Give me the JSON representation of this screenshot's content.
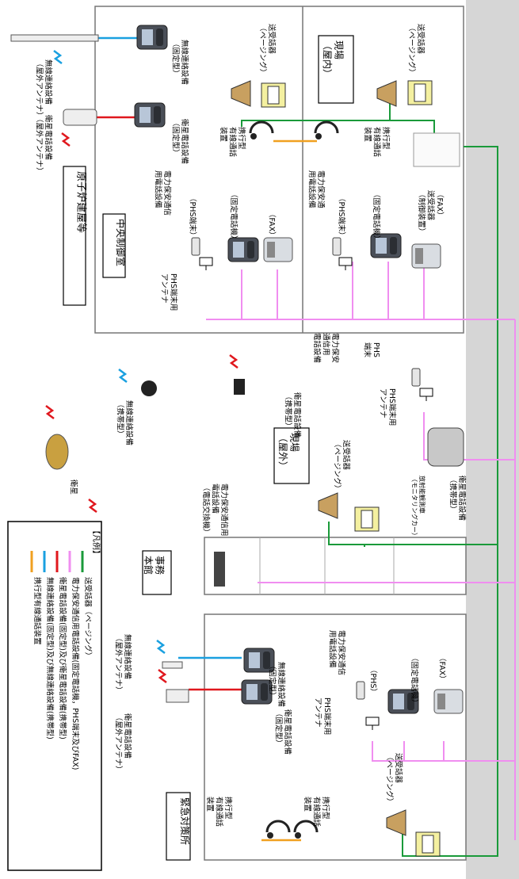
{
  "colors": {
    "paging": "#1a9a3a",
    "power": "#f08ef0",
    "satellite": "#e0181e",
    "radio": "#1aa0e0",
    "wired": "#f0a020",
    "grey_band": "#d6d6d6",
    "box_border": "#777777"
  },
  "legend": {
    "title": "【凡例】",
    "items": [
      {
        "label": "送受話器（ページング）",
        "color_key": "paging"
      },
      {
        "label": "電力保安通信用電話設備(固定電話機，PHS端末及びFAX)",
        "color_key": "power"
      },
      {
        "label": "衛星電話設備(固定型)及び衛星電話設備(携帯型)",
        "color_key": "satellite"
      },
      {
        "label": "無線連絡設備(固定型)及び無線連絡設備(携帯型)",
        "color_key": "radio"
      },
      {
        "label": "携行型有線通話装置",
        "color_key": "wired"
      }
    ]
  },
  "buildings": {
    "reactor": "原子炉建屋等",
    "control_room": "中央制御室",
    "site_inside": "現場\n（屋内）",
    "site_outside": "現場\n（屋外）",
    "office": "事務\n本館",
    "emergency": "緊急対策所"
  },
  "labels": {
    "radio_ant_top": "無線連絡設備\n（屋外アンテナ）",
    "radio_fixed_top": "無線連絡設備\n（固定型）",
    "sat_ant_top": "衛星電話設備\n（屋外アンテナ）",
    "sat_fixed_top": "衛星電話設備\n（固定型）",
    "wired_top_left": "携行型\n有線通話\n装置",
    "wired_top_right": "携行型\n有線通話\n装置",
    "paging_top_left": "送受話器\n（ページング）",
    "paging_top_right": "送受話器\n（ページング）",
    "power_cr": "電力保安通信\n用電話設備",
    "phs_cr": "（PHS端末）",
    "fixed_cr": "（固定電話機）",
    "fax_cr": "（FAX）",
    "phs_ant_cr": "PHS端末用\nアンテナ",
    "power_site": "電力保安通\n用電話設備",
    "phs_site": "（PHS端末）",
    "fixed_site": "（固定電話機）",
    "fax_site": "（FAX）\n送受話器\n（制御装置）",
    "radio_portable": "無線連絡設備\n（携帯型）",
    "sat_portable": "衛星電話設備\n（携帯型）",
    "power_out": "電力保安\n通信用\n電話設備",
    "phs_out": "PHS\n端末",
    "phs_ant_out": "PHS端末用\nアンテナ",
    "satellite": "衛星",
    "exchange": "電力保安通信用\n電話設備\n（電話交換機）",
    "paging_out": "送受話器\n（ページング）",
    "monitoring_car": "放射能観測車\n（モニタリングカー）",
    "sat_portable_car": "衛星電話設備\n（携帯型）",
    "sat_ant_bottom": "衛星電話設備\n（屋外アンテナ）",
    "radio_ant_bottom": "無線連絡設備\n（屋外アンテナ）",
    "sat_fixed_bottom": "衛星電話設備\n（固定型）",
    "radio_fixed_bottom": "無線連絡設備\n（固定型）",
    "power_bottom": "電力保安通信\n用電話設備",
    "phs_bottom": "（PHS）",
    "fixed_bottom": "（固定電話機）",
    "fax_bottom": "（FAX）",
    "phs_ant_bottom": "PHS端末用\nアンテナ",
    "wired_bottom_left": "携行型\n有線通話\n装置",
    "wired_bottom_right": "携行型\n有線通話\n装置",
    "paging_bottom": "送受話器\n（ページング）"
  }
}
